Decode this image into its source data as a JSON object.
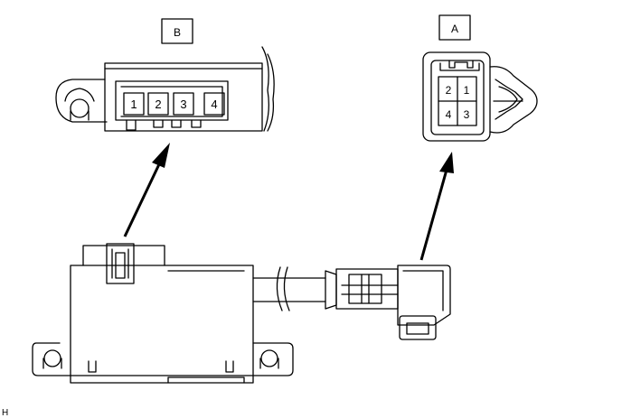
{
  "labels": {
    "connector_b": "B",
    "connector_a": "A",
    "figure_code": "H"
  },
  "connector_b_pins": [
    "1",
    "2",
    "3",
    "4"
  ],
  "connector_a_pins": {
    "top_left": "2",
    "top_right": "1",
    "bottom_left": "4",
    "bottom_right": "3"
  },
  "colors": {
    "line": "#000000",
    "background": "#ffffff"
  }
}
